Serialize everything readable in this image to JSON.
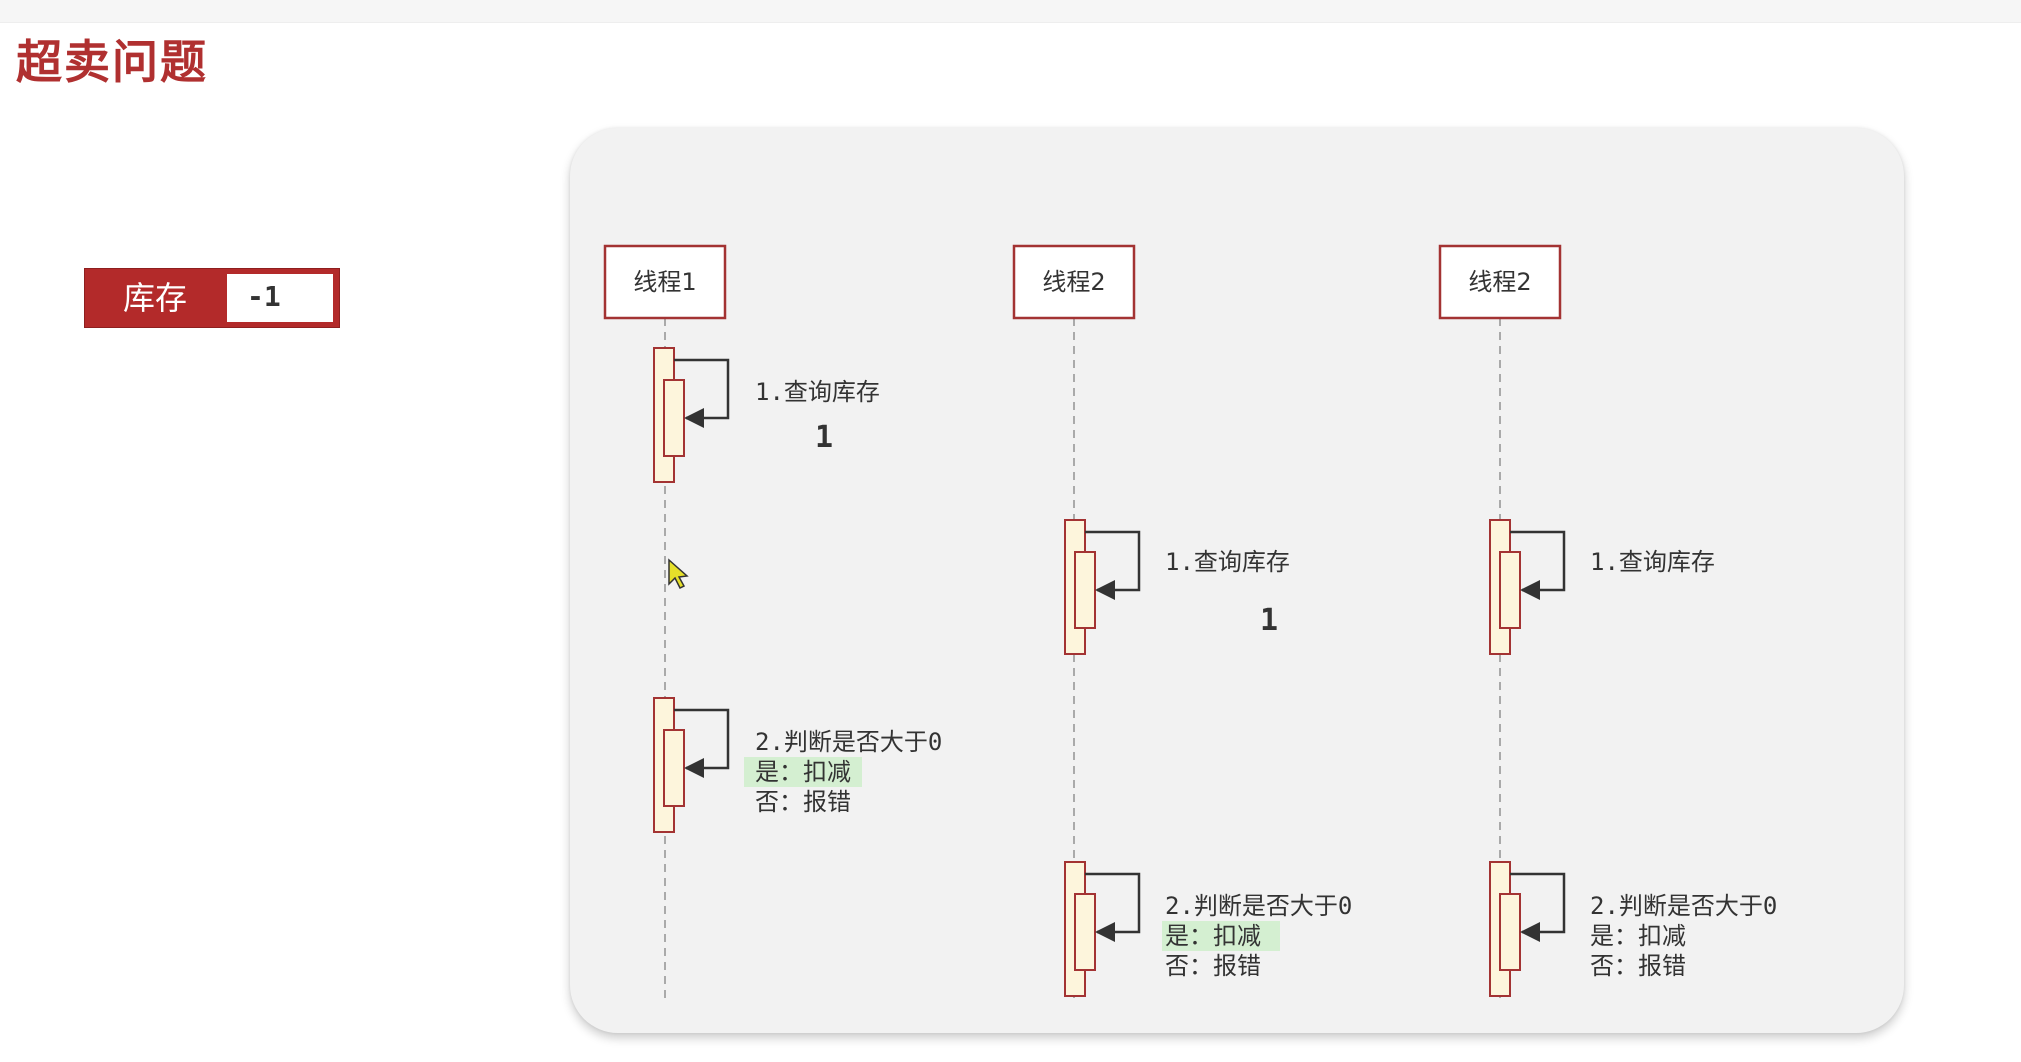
{
  "page": {
    "title": "超卖问题"
  },
  "stock": {
    "label": "库存",
    "value": "-1"
  },
  "lanes": [
    {
      "title": "线程1",
      "step1": "1.查询库存",
      "result": "1",
      "step2_line1": "2.判断是否大于0",
      "step2_yes": "是：扣减",
      "step2_no": "否：报错"
    },
    {
      "title": "线程2",
      "step1": "1.查询库存",
      "result": "1",
      "step2_line1": "2.判断是否大于0",
      "step2_yes": "是：扣减",
      "step2_no": "否：报错"
    },
    {
      "title": "线程2",
      "step1": "1.查询库存",
      "step2_line1": "2.判断是否大于0",
      "step2_yes": "是：扣减",
      "step2_no": "否：报错"
    }
  ],
  "colors": {
    "brand_red": "#b32a2a",
    "activation_fill": "#fdf5dc",
    "activation_stroke": "#a33333",
    "highlight_green": "#d4efd1"
  },
  "icons": {
    "cursor": "mouse-pointer-icon"
  }
}
